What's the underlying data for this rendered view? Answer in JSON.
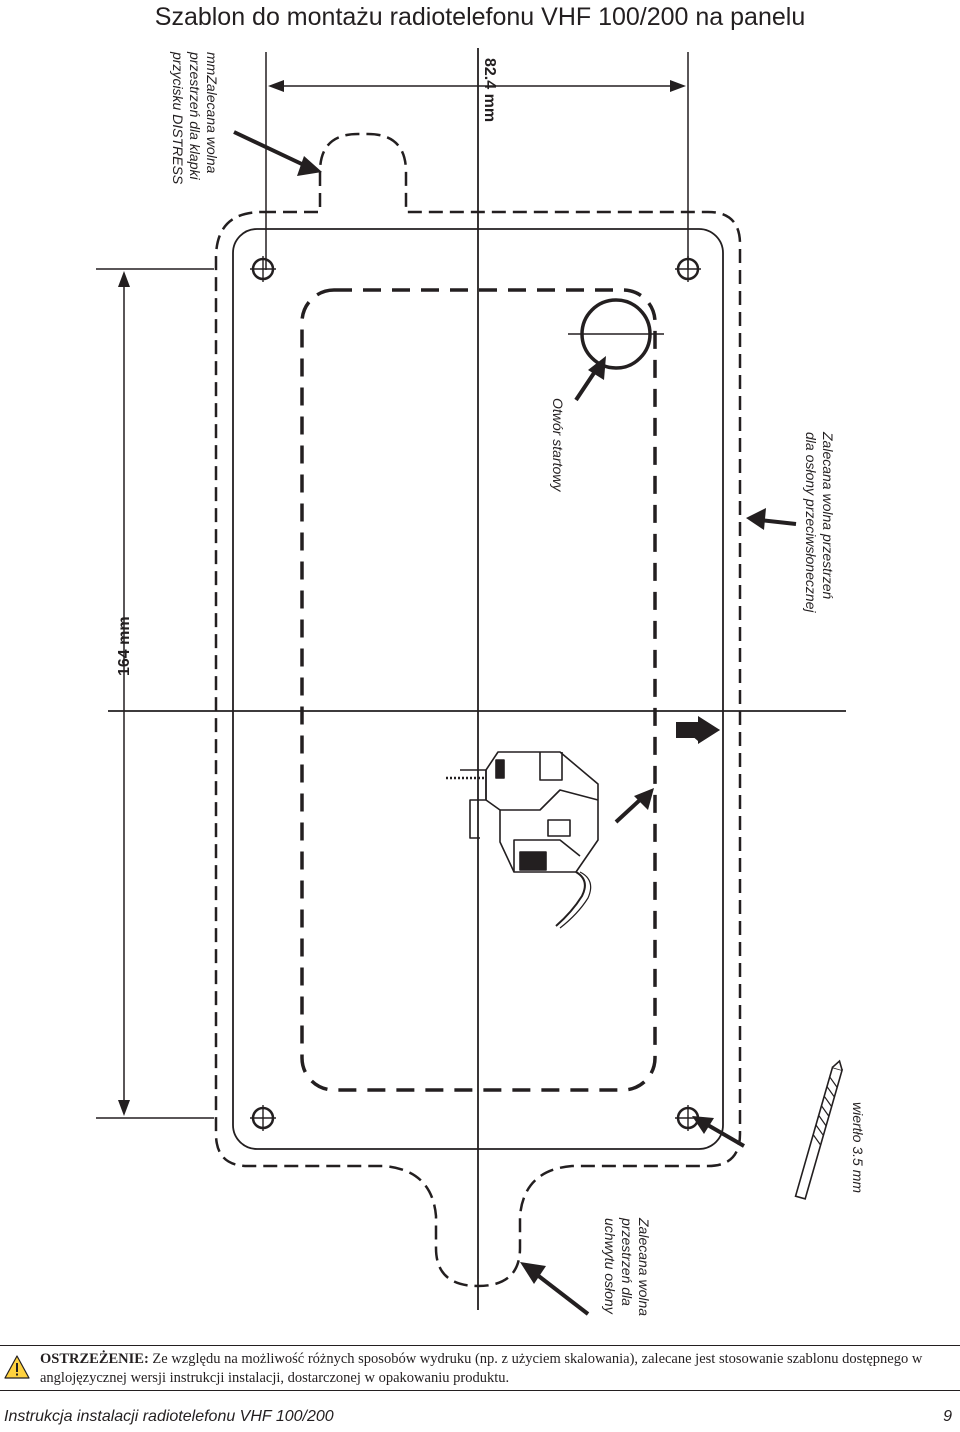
{
  "title": "Szablon do montażu radiotelefonu VHF 100/200 na panelu",
  "dimensions": {
    "width_label": "82.4 mm",
    "height_label": "164 mm"
  },
  "labels": {
    "distress_clearance": [
      "mmZalecana wolna",
      "przestrzeń dla klapki",
      "przycisku DISTRESS"
    ],
    "start_hole": "Otwór startowy",
    "sunshade_clearance": [
      "Zalecana wolna przestrzeń",
      "dla osłony przeciwsłonecznej"
    ],
    "drill_bit": "wiertło 3.5 mm",
    "bracket_clearance": [
      "Zalecana wolna",
      "przestrzeń dla",
      "uchwytu osłony"
    ]
  },
  "warning": {
    "icon": "warning-triangle-icon",
    "label": "OSTRZEŻENIE:",
    "text": "Ze względu na możliwość różnych sposobów wydruku (np. z użyciem skalowania), zalecane jest stosowanie szablonu dostępnego w anglojęzycznej wersji instrukcji instalacji, dostarczonej w opakowaniu produktu."
  },
  "footer": {
    "manual_title": "Instrukcja instalacji radiotelefonu VHF 100/200",
    "page_number": "9"
  },
  "colors": {
    "ink": "#231f20",
    "warning_fill": "#ffd23f"
  },
  "icons": {
    "jigsaw": "jigsaw-icon",
    "drill_bit": "drill-bit-icon",
    "direction_arrow": "direction-arrow-icon"
  }
}
